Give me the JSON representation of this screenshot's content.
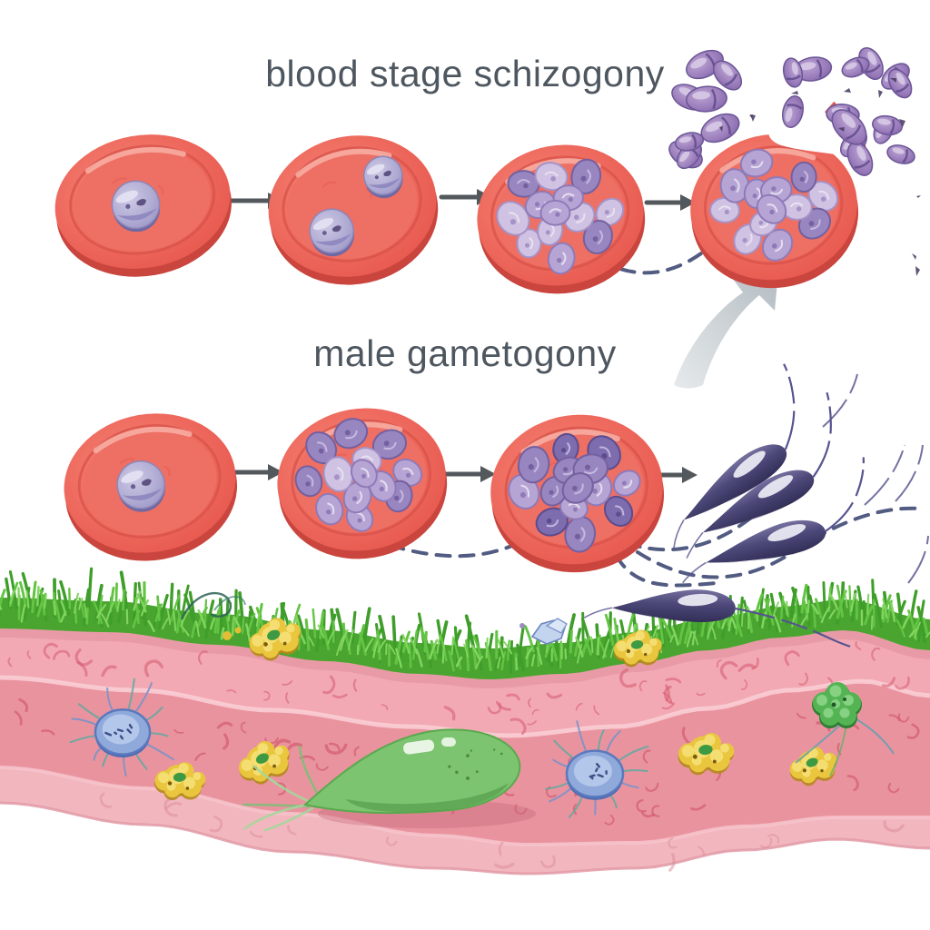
{
  "meta": {
    "type": "scientific-illustration",
    "subject": "Malaria parasite blood stages: schizogony and male gametogony above a host tissue cross-section"
  },
  "labels": {
    "schizogony_title": "blood stage schizogony",
    "gametogony_title": "male gametogony"
  },
  "schizogony_row": {
    "stages": [
      {
        "name": "ring stage",
        "description": "red blood cell with one parasite",
        "parasite_count": 1
      },
      {
        "name": "double ring stage",
        "description": "red blood cell with two parasites",
        "parasite_count": 2
      },
      {
        "name": "schizont",
        "description": "red blood cell packed with merozoites",
        "parasite_count": 13
      },
      {
        "name": "rupture",
        "description": "red blood cell bursting open and releasing merozoites",
        "parasite_count": 13,
        "released_merozoites": 22
      }
    ]
  },
  "gametogony_row": {
    "stages": [
      {
        "name": "gametocyte",
        "description": "red blood cell with one parasite",
        "parasite_count": 1
      },
      {
        "name": "dividing gametocyte",
        "description": "red blood cell packed with developing gametes",
        "parasite_count": 13
      },
      {
        "name": "mature gametocyte",
        "description": "red blood cell packed with darker gametes",
        "parasite_count": 14
      },
      {
        "name": "microgametes",
        "description": "free flagellated male gametes",
        "gamete_count": 4
      }
    ]
  },
  "tissue_section": {
    "description": "wavy cross-section of host tissue topped with grass",
    "cells": {
      "yellow_amoeboid": 6,
      "blue_radiate": 2,
      "green_cluster": 1,
      "green_amoeboid": 1
    }
  },
  "colors": {
    "red_cell": "#ee6a5e",
    "red_cell_rim": "#d94f46",
    "parasite": "#aea9d2",
    "merozoite": "#9678b8",
    "gamete": "#4a4678",
    "arrow": "#53585c",
    "dashed_line": "#49527a",
    "curved_arrow": "#c3cacd",
    "title_text": "#4e575f",
    "grass": "#55b93a",
    "tissue_outer": "#f2a9b3",
    "tissue_inner": "#e9939f",
    "tissue_bottom": "#f2b6bf",
    "crack": "#cf5168",
    "yellow_cell": "#e9c63e",
    "blue_cell": "#8fa9da",
    "green_cell": "#7cc470"
  }
}
